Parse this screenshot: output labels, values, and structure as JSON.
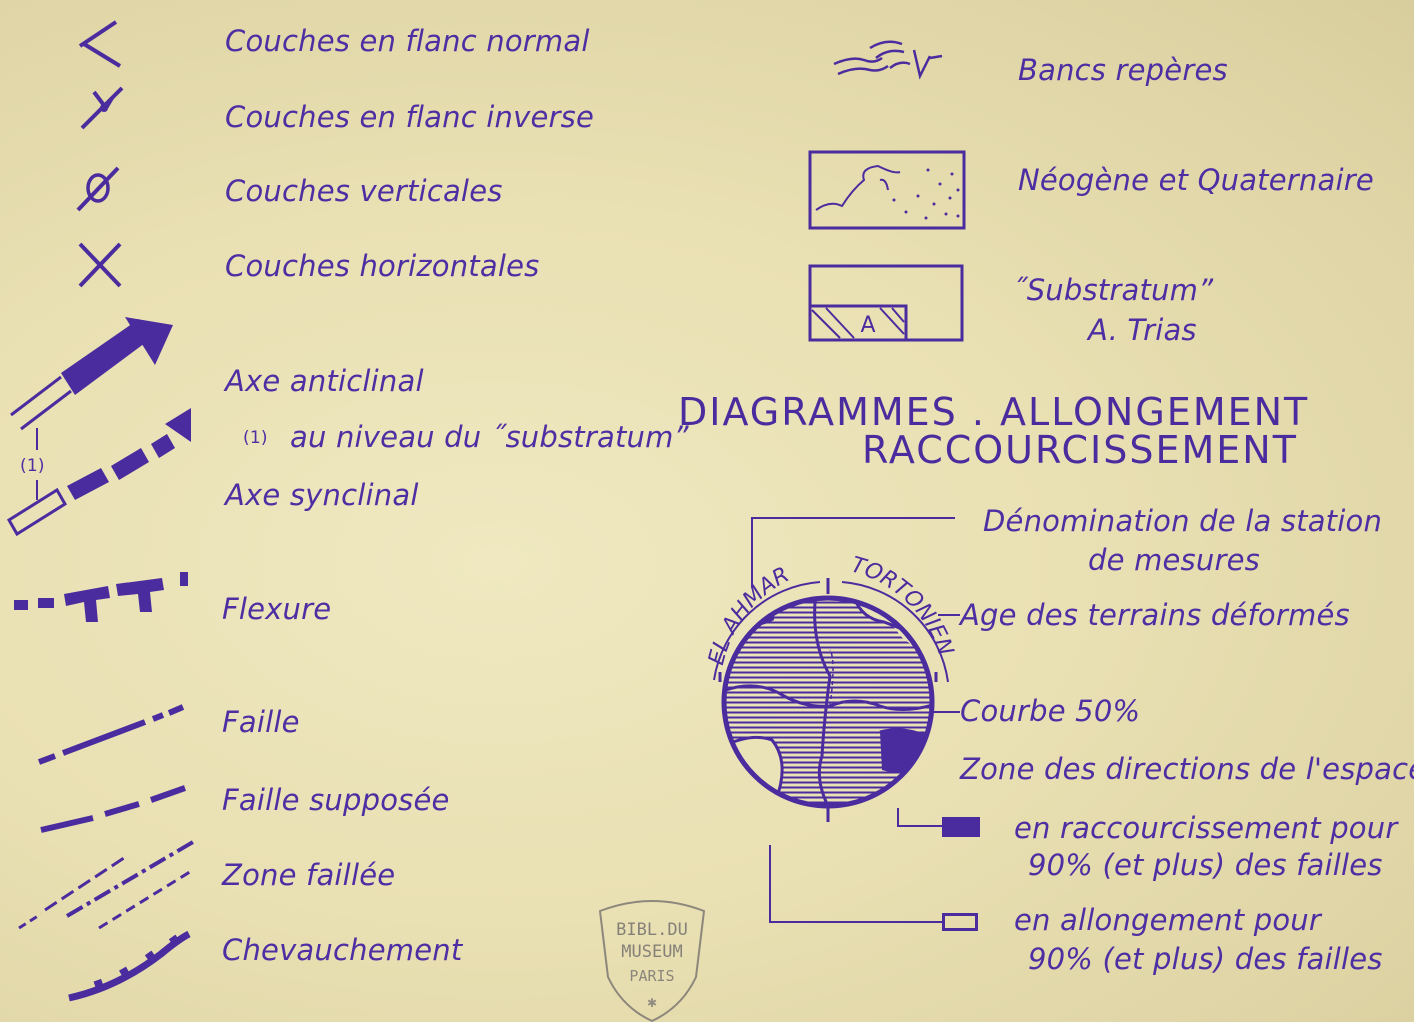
{
  "colors": {
    "ink": "#4a2c9e",
    "paper": "#ebe3b8"
  },
  "left_legend": {
    "normal": "Couches   en  flanc   normal",
    "inverse": "Couches   en  flanc    inverse",
    "vertical": "Couches   verticales",
    "horizontal": "Couches   horizontales",
    "anticlinal": "Axe  anticlinal",
    "substratum_note_num": "(1)",
    "substratum_note": "au  niveau  du ˝substratumˮ",
    "synclinal": "Axe  synclinal",
    "bracket_label": "(1)",
    "flexure": "Flexure",
    "faille": "Faille",
    "faille_supposee": "Faille  supposée",
    "zone_faillee": "Zone  faillée",
    "chevauchement": "Chevauchement"
  },
  "right_legend": {
    "bancs": "Bancs    repères",
    "neogene": "Néogène  et  Quaternaire",
    "substratum": "˝Substratumˮ",
    "trias_letter": "A",
    "trias": "A. Trias"
  },
  "diagram": {
    "title_line1": "DIAGRAMMES . ALLONGEMENT",
    "title_line2": "RACCOURCISSEMENT",
    "station_name": "EL AHMAR",
    "age_name": "TORTONIEN",
    "label_denomination_1": "Dénomination  de  la  station",
    "label_denomination_2": "de  mesures",
    "label_age": "Age  des  terrains  déformés",
    "label_courbe": "Courbe  50%",
    "label_zone": "Zone  des  directions  de  l'espace",
    "label_racc_1": "en  raccourcissement  pour",
    "label_racc_2": "90% (et plus) des  failles",
    "label_allong_1": "en  allongement   pour",
    "label_allong_2": "90% (et plus) des  failles"
  },
  "stamp": {
    "line1": "BIBL.DU",
    "line2": "MUSEUM",
    "line3": "PARIS"
  },
  "icons": [
    "dip-normal-icon",
    "dip-overturned-icon",
    "dip-vertical-icon",
    "dip-horizontal-icon",
    "anticline-axis-icon",
    "syncline-axis-icon",
    "flexure-icon",
    "fault-icon",
    "supposed-fault-icon",
    "faulted-zone-icon",
    "thrust-icon",
    "marker-beds-icon",
    "neogene-box-icon",
    "substratum-box-icon",
    "strain-diagram-icon"
  ]
}
